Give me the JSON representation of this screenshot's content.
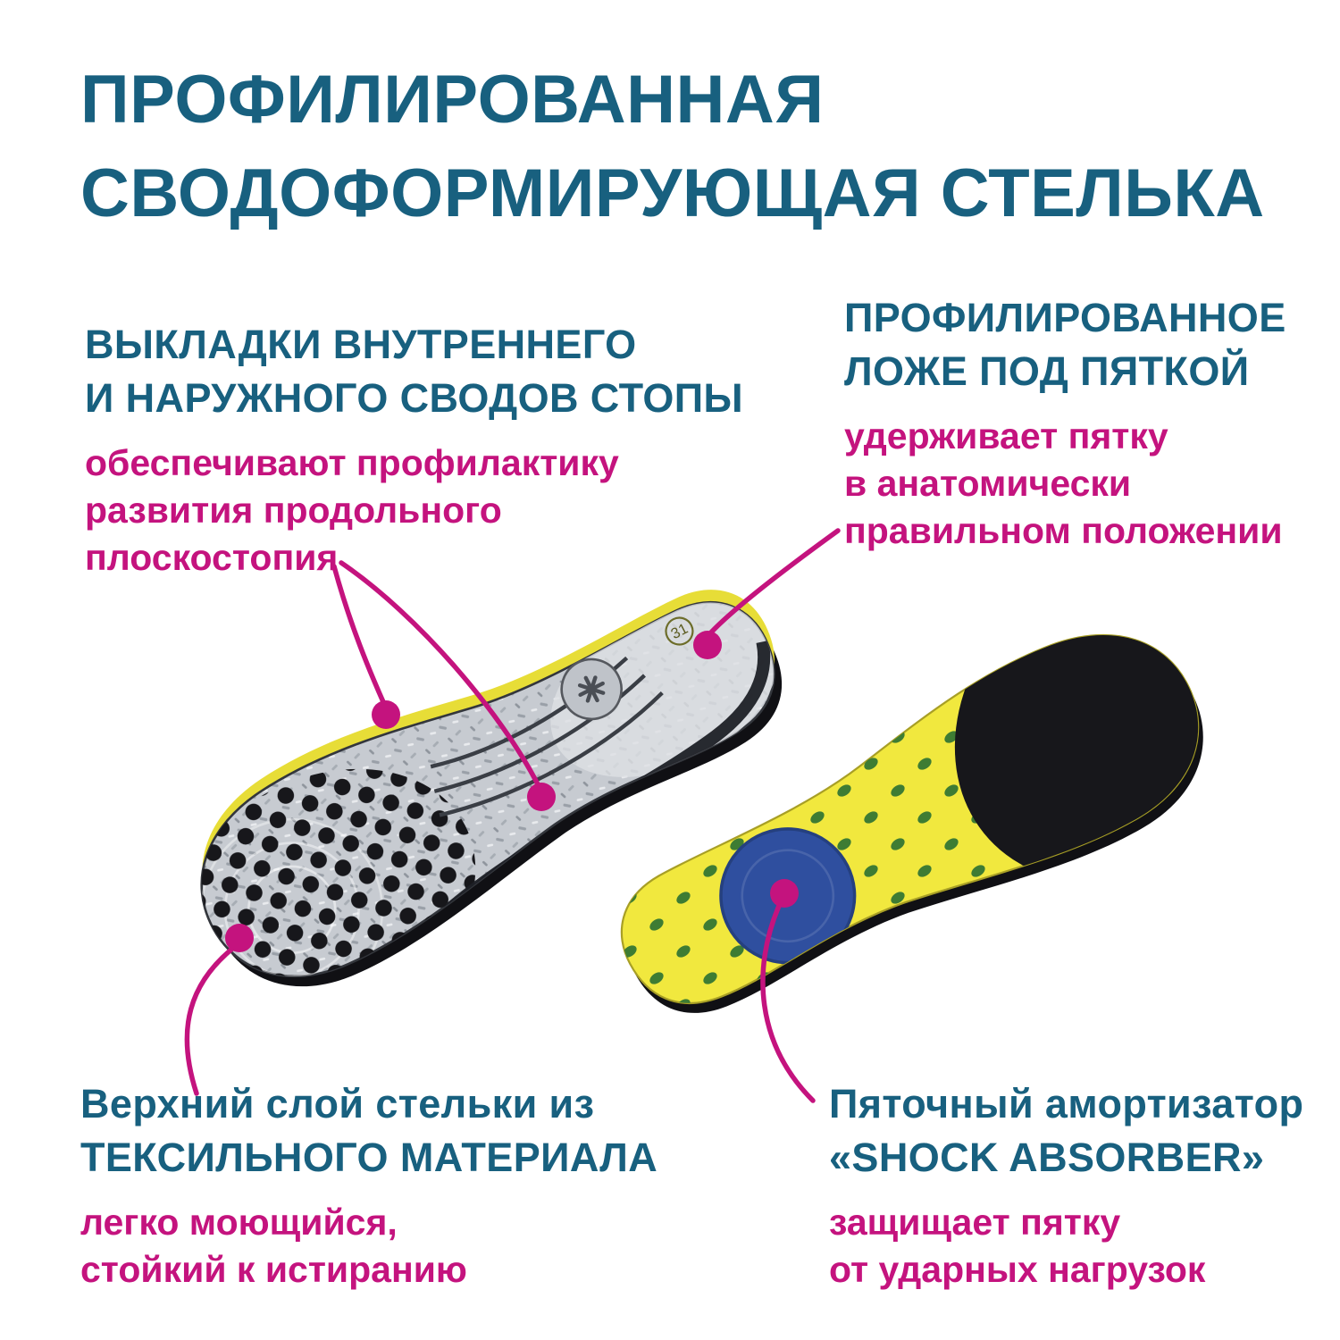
{
  "title": {
    "line1": "ПРОФИЛИРОВАННАЯ",
    "line2": "СВОДОФОРМИРУЮЩАЯ СТЕЛЬКА"
  },
  "annotations": {
    "arch_pads": {
      "heading_lines": [
        "ВЫКЛАДКИ ВНУТРЕННЕГО",
        "И НАРУЖНОГО СВОДОВ СТОПЫ"
      ],
      "body_lines": [
        "обеспечивают профилактику",
        "развития продольного",
        "плоскостопия"
      ]
    },
    "heel_seat": {
      "heading_lines": [
        "ПРОФИЛИРОВАННОЕ",
        "ЛОЖЕ ПОД ПЯТКОЙ"
      ],
      "body_lines": [
        "удерживает пятку",
        "в анатомически",
        "правильном положении"
      ]
    },
    "textile_layer": {
      "heading_lines": [
        "Верхний слой стельки из",
        "ТЕКСИЛЬНОГО МАТЕРИАЛА"
      ],
      "body_lines": [
        "легко моющийся,",
        "стойкий к истиранию"
      ]
    },
    "shock_absorber": {
      "heading_lines": [
        "Пяточный амортизатор",
        "«SHOCK ABSORBER»"
      ],
      "body_lines": [
        "защищает пятку",
        "от ударных нагрузок"
      ]
    }
  },
  "product": {
    "size_label": "31"
  },
  "colors": {
    "heading_blue": "#18607f",
    "accent_magenta": "#c4137e",
    "insole_yellow": "#f1e83e",
    "dot_green": "#3e7c33",
    "shock_pad_blue": "#2f4f9f",
    "textile_gray": "#c7cbd1",
    "toe_cap_black": "#17171b"
  }
}
